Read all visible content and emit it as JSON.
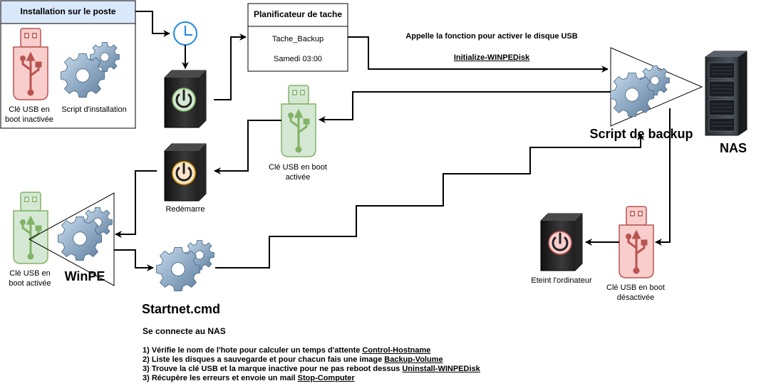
{
  "install_box": {
    "title": "Installation sur le poste",
    "usb_label": "Clé USB en boot inactivée",
    "script_label": "Script d'installation"
  },
  "scheduler": {
    "title": "Planificateur de tache",
    "task": "Tache_Backup",
    "time": "Samedi 03:00"
  },
  "call_note": {
    "text": "Appelle la fonction pour activer le disque USB",
    "function": "Initialize-WINPEDisk"
  },
  "script_backup": {
    "label": "Script de backup"
  },
  "nas": {
    "label": "NAS"
  },
  "usb_active_mid": {
    "label": "Clé USB en boot activée"
  },
  "reboot": {
    "label": "Redémarre"
  },
  "winpe": {
    "label": "WinPE",
    "usb_label": "Clé USB en boot activée"
  },
  "startnet": {
    "label": "Startnet.cmd"
  },
  "connect": {
    "text": "Se connecte au NAS"
  },
  "steps": [
    {
      "text": "1) Vérifie le nom de l'hote pour calculer un temps d'attente ",
      "fn": "Control-Hostname"
    },
    {
      "text": "2) Liste les disques a sauvegarde et pour chacun fais une image ",
      "fn": "Backup-Volume"
    },
    {
      "text": "3) Trouve la clé USB et la marque inactive pour ne pas reboot dessus ",
      "fn": "Uninstall-WINPEDisk"
    },
    {
      "text": "3) Récupère les erreurs et envoie un mail ",
      "fn": "Stop-Computer"
    }
  ],
  "shutdown": {
    "label": "Eteint l'ordinateur"
  },
  "usb_disabled": {
    "label": "Clé USB en boot désactivée"
  },
  "colors": {
    "usb_red_fill": "#f8cecc",
    "usb_red_stroke": "#b85450",
    "usb_green_fill": "#d5e8d4",
    "usb_green_stroke": "#82b366",
    "header_fill": "#dae8fc",
    "clock_blue": "#1e88e5",
    "gear_light": "#b3cde3",
    "gear_dark": "#5a7a99",
    "pc_green": "#d5e8d4",
    "pc_orange": "#ffe6cc",
    "pc_red": "#f8cecc"
  }
}
